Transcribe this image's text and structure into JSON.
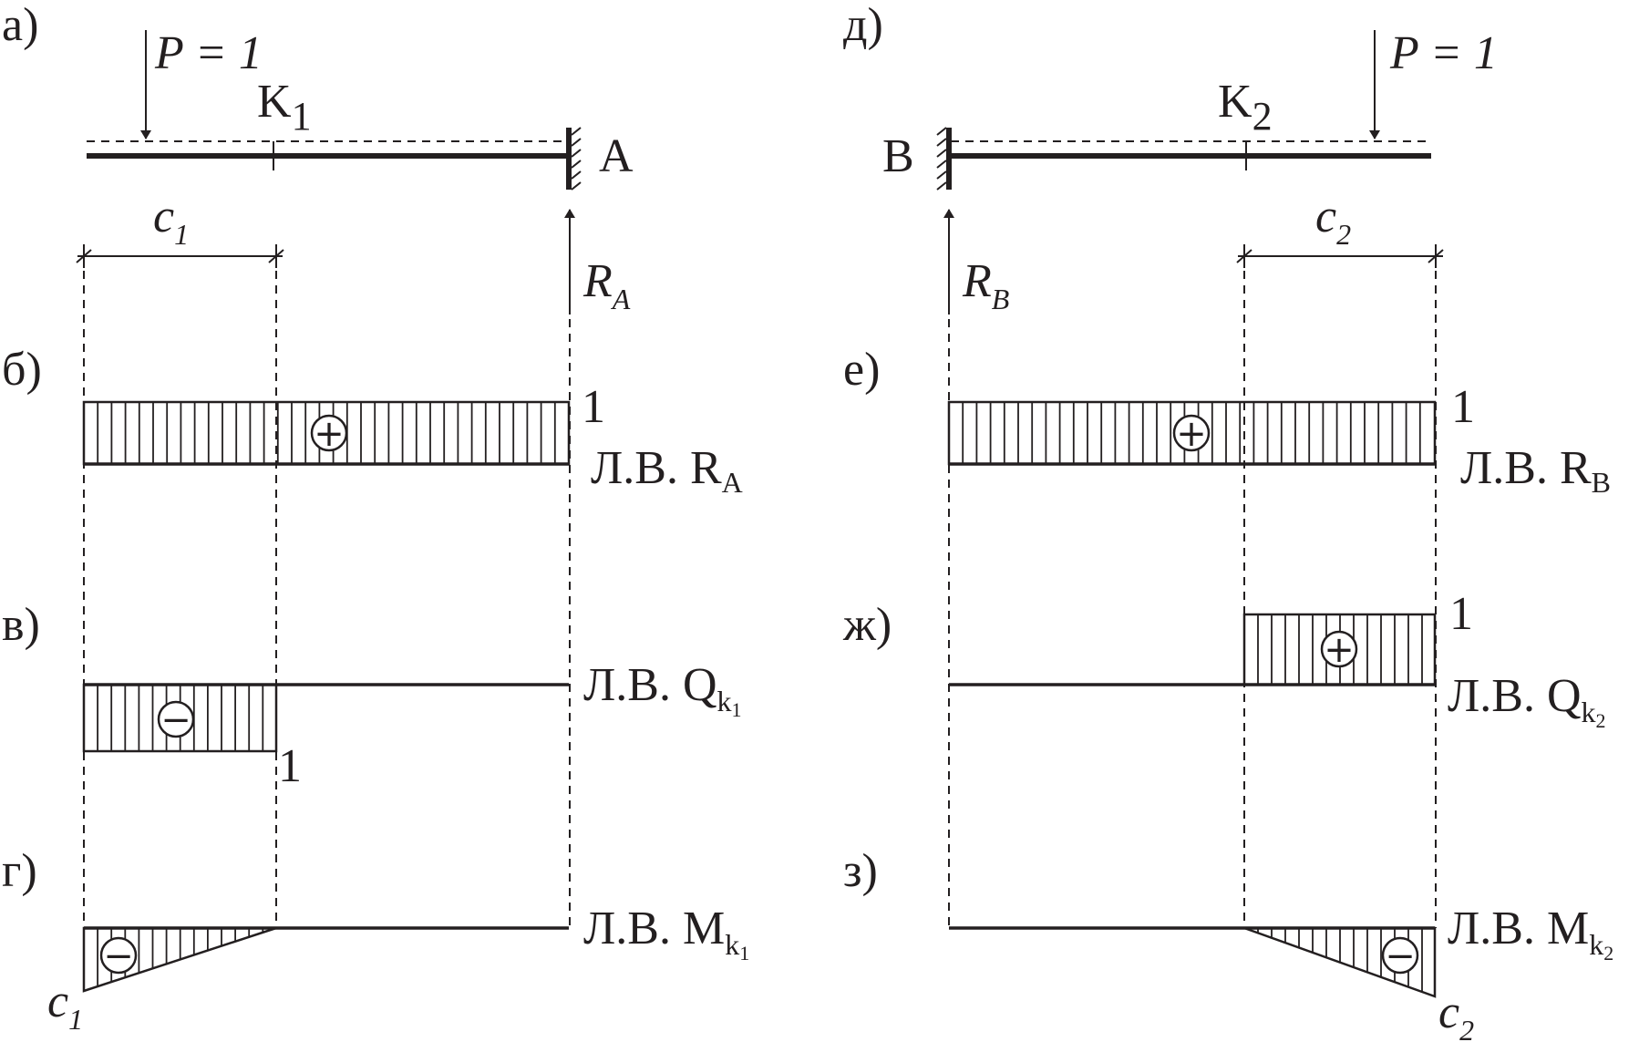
{
  "left": {
    "panel_labels": [
      "а)",
      "б)",
      "в)",
      "г)"
    ],
    "load_label": "P = 1",
    "section_label": "K",
    "section_index": "1",
    "support_label": "A",
    "reaction_label": "R",
    "reaction_sub": "A",
    "dim_label": "c",
    "dim_sub": "1",
    "lv_ra": {
      "prefix": "Л.В. ",
      "sym": "R",
      "sub": "A",
      "ordinate": "1",
      "sign": "+"
    },
    "lv_q": {
      "prefix": "Л.В. ",
      "sym": "Q",
      "sub": "k",
      "subsub": "1",
      "ordinate": "1",
      "sign": "−"
    },
    "lv_m": {
      "prefix": "Л.В. ",
      "sym": "M",
      "sub": "k",
      "subsub": "1",
      "ordinate_sym": "c",
      "ordinate_sub": "1",
      "sign": "−"
    }
  },
  "right": {
    "panel_labels": [
      "д)",
      "е)",
      "ж)",
      "з)"
    ],
    "load_label": "P = 1",
    "section_label": "K",
    "section_index": "2",
    "support_label": "B",
    "reaction_label": "R",
    "reaction_sub": "B",
    "dim_label": "c",
    "dim_sub": "2",
    "lv_rb": {
      "prefix": "Л.В. ",
      "sym": "R",
      "sub": "B",
      "ordinate": "1",
      "sign": "+"
    },
    "lv_q": {
      "prefix": "Л.В. ",
      "sym": "Q",
      "sub": "k",
      "subsub": "2",
      "ordinate": "1",
      "sign": "+"
    },
    "lv_m": {
      "prefix": "Л.В. ",
      "sym": "M",
      "sub": "k",
      "subsub": "2",
      "ordinate_sym": "c",
      "ordinate_sub": "2",
      "sign": "−"
    }
  }
}
